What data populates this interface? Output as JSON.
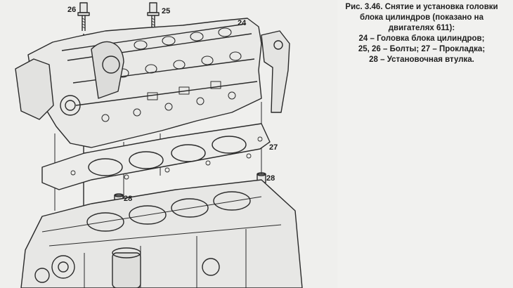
{
  "figure": {
    "callouts": {
      "bolt_26": "26",
      "bolt_25": "25",
      "head_24": "24",
      "gasket_27": "27",
      "sleeve_28_right": "28",
      "sleeve_28_left": "28"
    }
  },
  "caption": {
    "title_lines": [
      "Рис. 3.46. Снятие и установка головки",
      "блока цилиндров (показано на",
      "двигателях 611):"
    ],
    "legend_lines": [
      "24 – Головка блока цилиндров;",
      "25, 26 – Болты; 27 – Прокладка;",
      "28 – Установочная втулка."
    ]
  }
}
